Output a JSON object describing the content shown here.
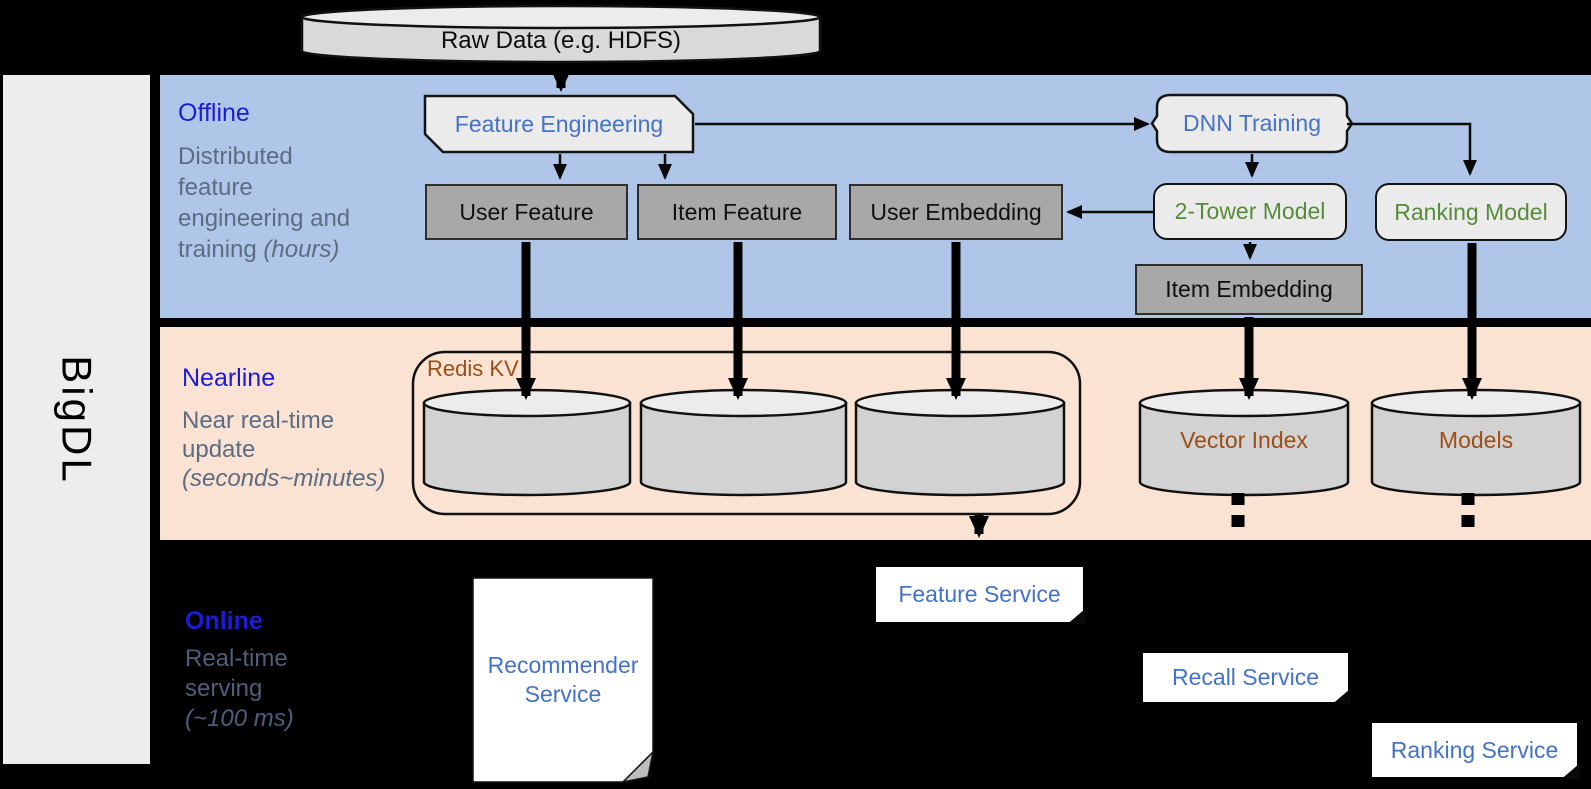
{
  "brand": {
    "label": "BigDL"
  },
  "raw_data": {
    "label": "Raw Data (e.g. HDFS)"
  },
  "sections": {
    "offline": {
      "label": "Offline",
      "desc_line1": "Distributed",
      "desc_line2": "feature",
      "desc_line3": "engineering and",
      "desc_line4": "training",
      "desc_line4_italic": "(hours)"
    },
    "nearline": {
      "label": "Nearline",
      "desc_line1": "Near real-time",
      "desc_line2": "update",
      "desc_line3_italic": "(seconds~minutes)"
    },
    "online": {
      "label": "Online",
      "desc_line1": "Real-time",
      "desc_line2": "serving",
      "desc_line3_italic": "(~100 ms)"
    }
  },
  "nodes": {
    "feature_engineering": "Feature Engineering",
    "dnn_training": "DNN Training",
    "user_feature": "User Feature",
    "item_feature": "Item Feature",
    "user_embedding": "User Embedding",
    "two_tower_model": "2-Tower Model",
    "ranking_model": "Ranking Model",
    "item_embedding": "Item Embedding",
    "redis_kv": "Redis KV",
    "vector_index": "Vector Index",
    "models": "Models",
    "recommender_service": "Recommender Service",
    "feature_service": "Feature Service",
    "recall_service": "Recall Service",
    "ranking_service": "Ranking Service"
  },
  "colors": {
    "offline_bg": "#b0c6e8",
    "nearline_bg": "#fae3d3",
    "online_bg": "#000000",
    "sidebar_bg": "#ededed",
    "section_label": "#1c1cd6",
    "description_text": "#5b6c83",
    "node_text_blue": "#4472c7",
    "node_text_green": "#578b3a",
    "node_text_brown": "#9c4e16",
    "gray_node_bg": "#a8a8a8",
    "light_node_bg": "#ebebeb",
    "cylinder_body": "#d2d2d2",
    "cylinder_top": "#ececec"
  }
}
